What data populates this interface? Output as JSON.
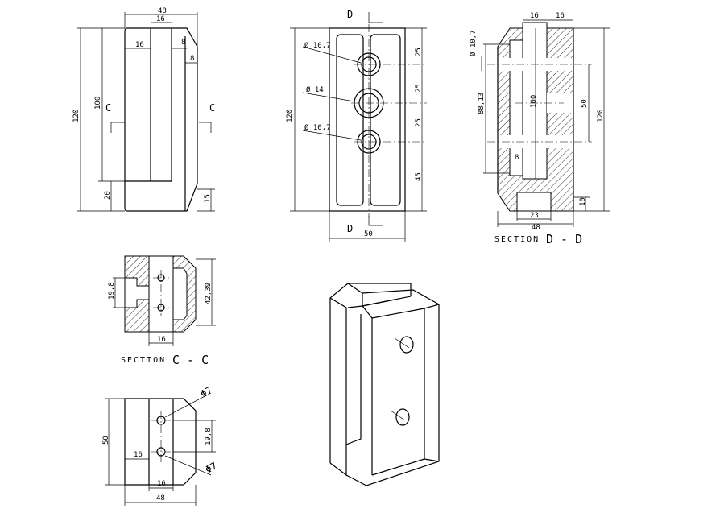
{
  "front_view": {
    "dims": {
      "width": "48",
      "slot_top": "16",
      "left": "16",
      "right_a": "8",
      "right_b": "8",
      "height": "120",
      "slot_depth": "100",
      "base": "20",
      "chamfer": "15"
    },
    "section_marks": [
      "C",
      "C"
    ]
  },
  "top_view": {
    "holes": [
      "Ø 10,7",
      "Ø 14",
      "Ø 10,7"
    ],
    "dims": {
      "height": "120",
      "width": "50",
      "pitch1": "25",
      "pitch2": "25",
      "pitch3": "25",
      "bottom": "45"
    },
    "section_marks": [
      "D",
      "D"
    ]
  },
  "section_dd": {
    "title": "SECTION",
    "title_id": "D - D",
    "dims": {
      "hole": "Ø 10,7",
      "slot1": "16",
      "slot2": "16",
      "depth": "88,13",
      "slot_depth": "100",
      "pitch": "50",
      "height": "120",
      "wall": "8",
      "foot": "10",
      "groove": "23",
      "width": "48"
    }
  },
  "section_cc": {
    "title": "SECTION",
    "title_id": "C - C",
    "dims": {
      "gap": "19,8",
      "height": "42,39",
      "slot": "16"
    }
  },
  "bottom_view": {
    "dims": {
      "height": "50",
      "left": "16",
      "slot": "16",
      "width": "48",
      "pitch": "19,8",
      "hole_top": "Φ7",
      "hole_bottom": "Φ7"
    }
  }
}
